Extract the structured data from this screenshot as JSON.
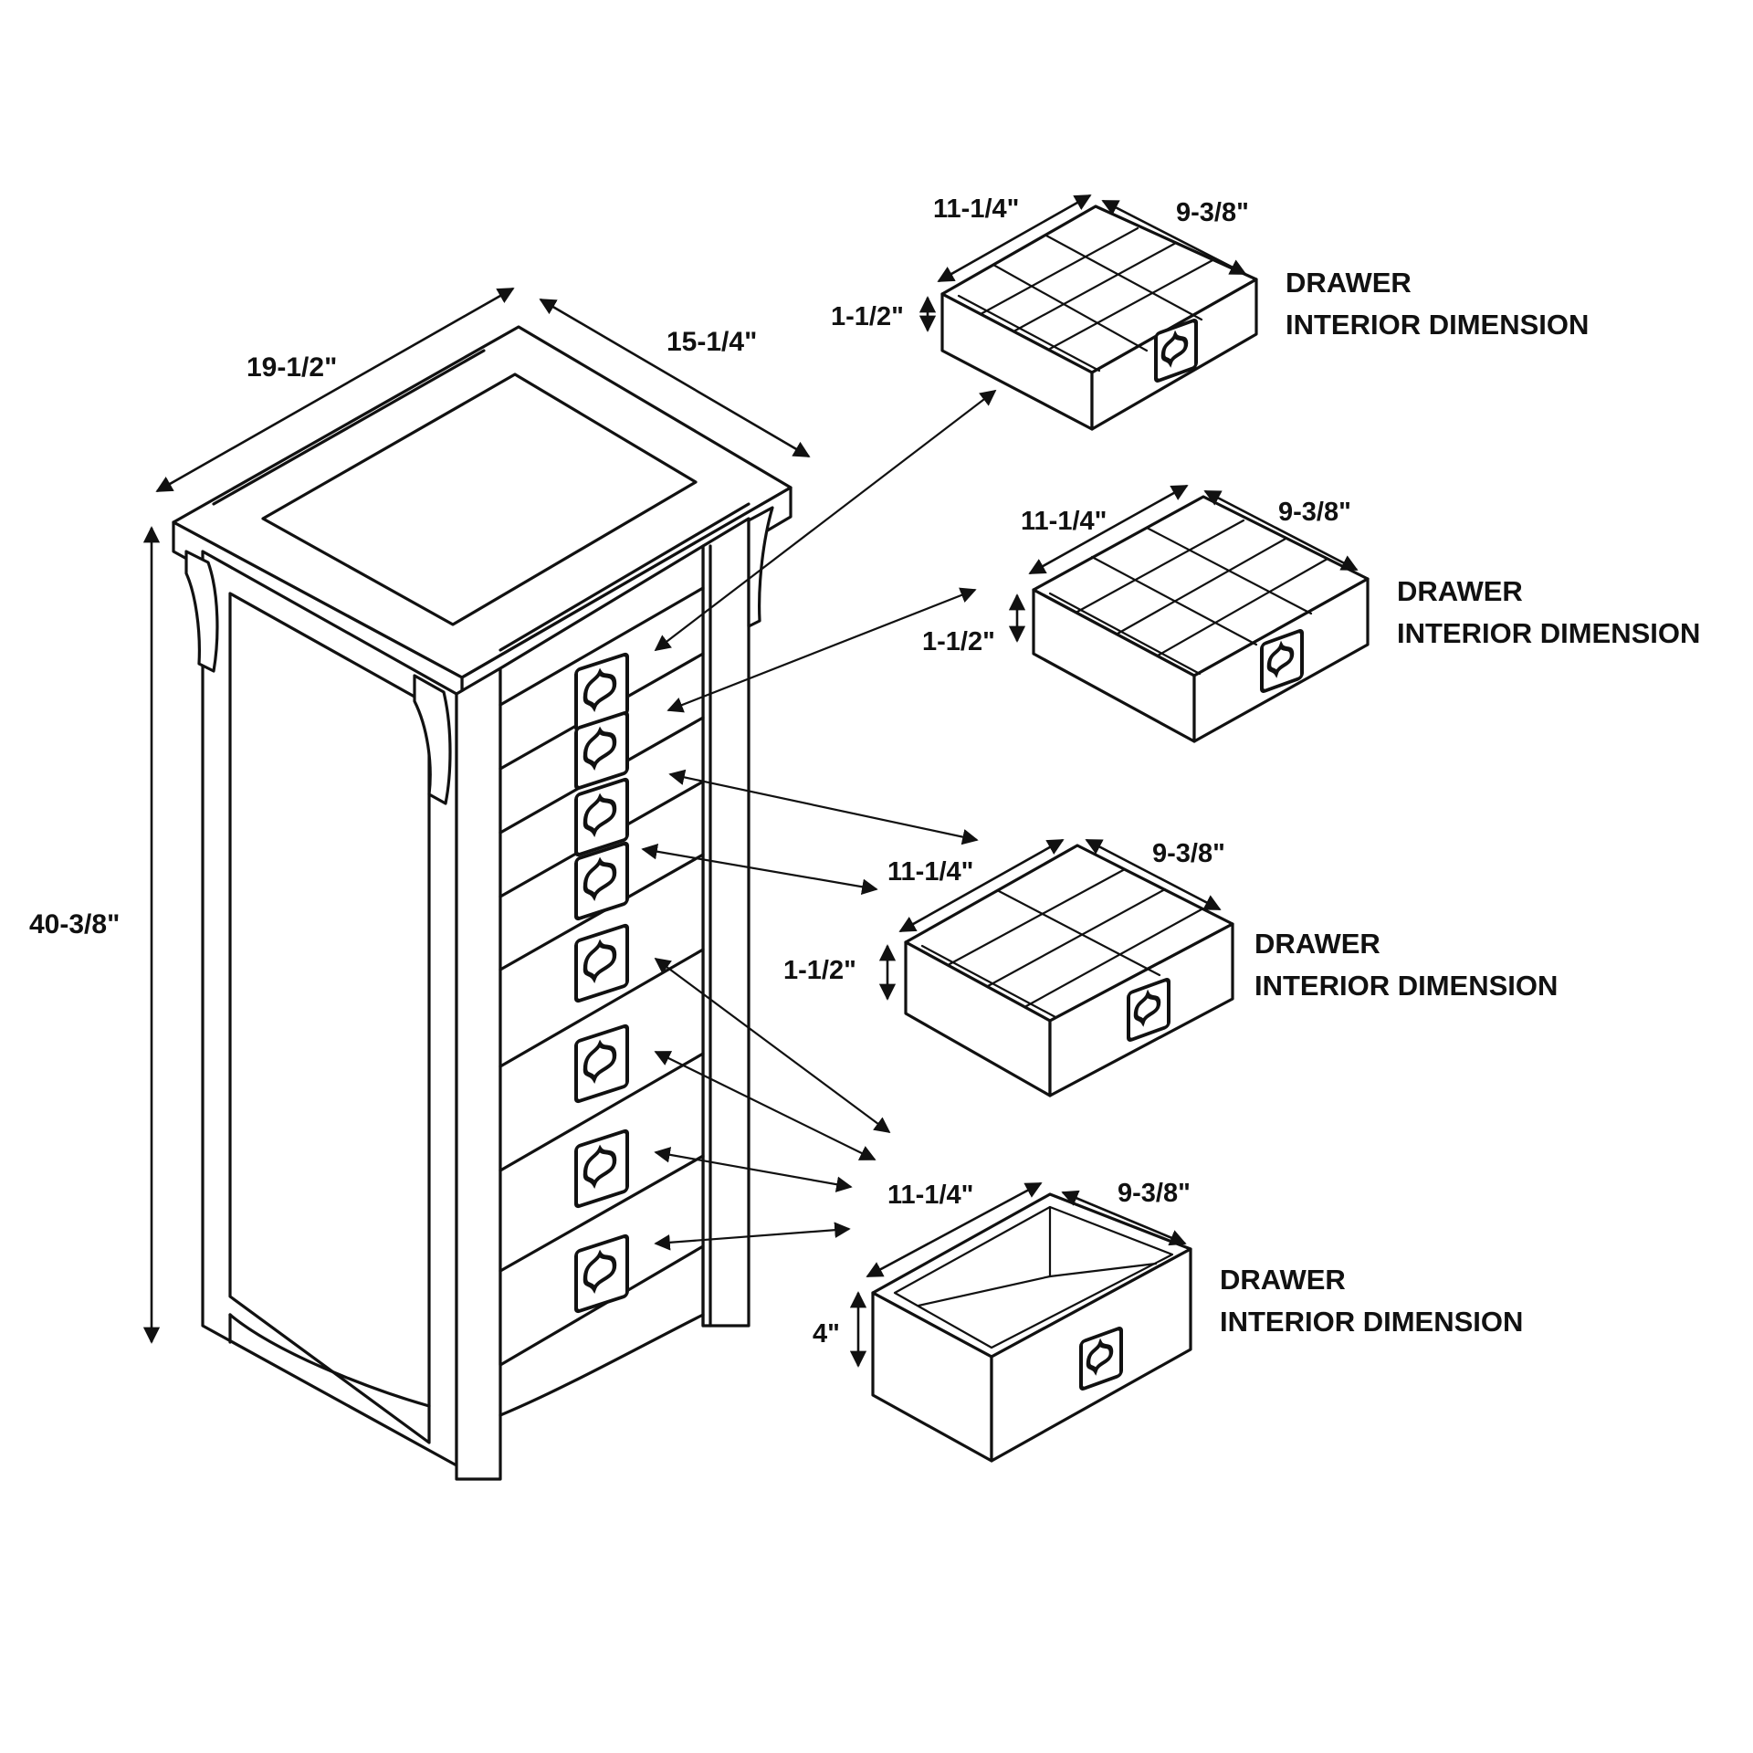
{
  "cabinet": {
    "width_label": "19-1/2\"",
    "depth_label": "15-1/4\"",
    "height_label": "40-3/8\""
  },
  "drawers": [
    {
      "width_label": "11-1/4\"",
      "depth_label": "9-3/8\"",
      "height_label": "1-1/2\"",
      "caption_line1": "DRAWER",
      "caption_line2": "INTERIOR DIMENSION"
    },
    {
      "width_label": "11-1/4\"",
      "depth_label": "9-3/8\"",
      "height_label": "1-1/2\"",
      "caption_line1": "DRAWER",
      "caption_line2": "INTERIOR DIMENSION"
    },
    {
      "width_label": "11-1/4\"",
      "depth_label": "9-3/8\"",
      "height_label": "1-1/2\"",
      "caption_line1": "DRAWER",
      "caption_line2": "INTERIOR DIMENSION"
    },
    {
      "width_label": "11-1/4\"",
      "depth_label": "9-3/8\"",
      "height_label": "4\"",
      "caption_line1": "DRAWER",
      "caption_line2": "INTERIOR DIMENSION"
    }
  ]
}
